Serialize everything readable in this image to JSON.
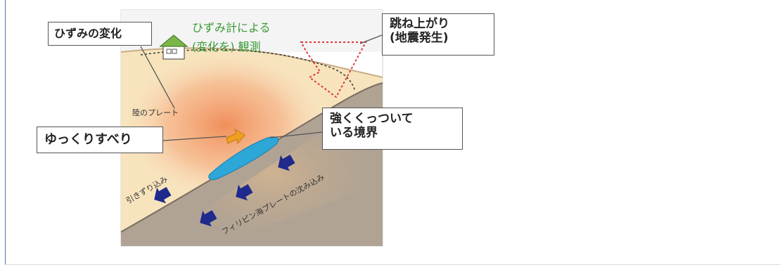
{
  "labels": {
    "strain_change": "ひずみの変化",
    "observation_line1": "ひずみ計による",
    "observation_line2": "(変化を) 観測",
    "rebound_line1": "跳ね上がり",
    "rebound_line2": "(地震発生)",
    "land_plate": "陸のプレート",
    "slow_slip": "ゆっくりすべり",
    "locked_line1": "強くくっついて",
    "locked_line2": "いる境界",
    "drag_in": "引きずり込み",
    "philippine_plate": "フィリピン海プレートの沈み込み"
  },
  "colors": {
    "observation_text": "#3a9a35",
    "rebound_outline": "#e0353a",
    "arrow_blue": "#1f2a8c",
    "slip_orange": "#f0a020",
    "locked_blue": "#2da6d8",
    "frame_blue": "#4f79b0"
  },
  "icons": [
    "house-icon",
    "direction-arrow-icon"
  ]
}
